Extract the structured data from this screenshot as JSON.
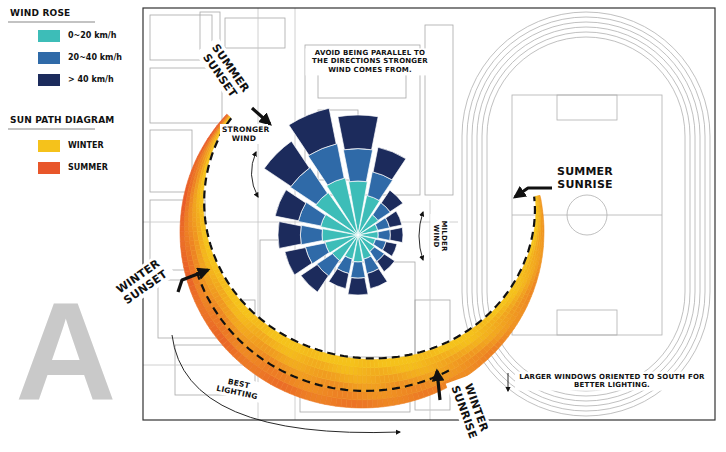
{
  "diagram": {
    "labels": [
      "WIND ROSE",
      "SUN PATH DIAGRAM",
      "SUMMER SUNSET",
      "AVOID BEING PARALLEL TO THE DIRECTIONS STRONGER WIND COMES FROM.",
      "STRONGER WIND",
      "MILDER WIND",
      "SUMMER SUNRISE",
      "WINTER SUNSET",
      "BEST LIGHTING",
      "WINTER SUNRISE",
      "LARGER WINDOWS ORIENTED TO SOUTH FOR BETTER LIGHTING.",
      "A"
    ],
    "legend": [
      {
        "text": "0~20 km/h",
        "color": "#3dbdb8"
      },
      {
        "text": "20~40 km/h",
        "color": "#2f6aa8"
      },
      {
        "text": "> 40 km/h",
        "color": "#1c2b5c"
      },
      {
        "text": "WINTER",
        "color": "#f5c21b"
      },
      {
        "text": "SUMMER",
        "color": "#e8562a"
      }
    ]
  }
}
